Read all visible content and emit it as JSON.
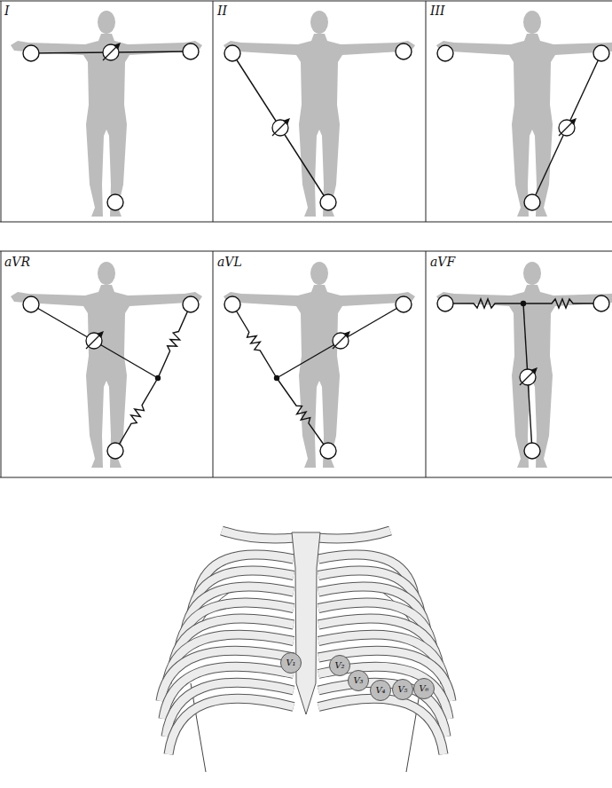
{
  "diagram": {
    "nodes": [
      {
        "text": [
          "V₁"
        ]
      },
      {
        "text": [
          "V₂"
        ]
      },
      {
        "text": [
          "V₃"
        ]
      },
      {
        "text": [
          "V₄"
        ]
      },
      {
        "text": [
          "V₅"
        ]
      },
      {
        "text": [
          "V₆"
        ]
      }
    ],
    "labels": [
      "I",
      "II",
      "III",
      "aVR",
      "aVL",
      "aVF"
    ]
  }
}
